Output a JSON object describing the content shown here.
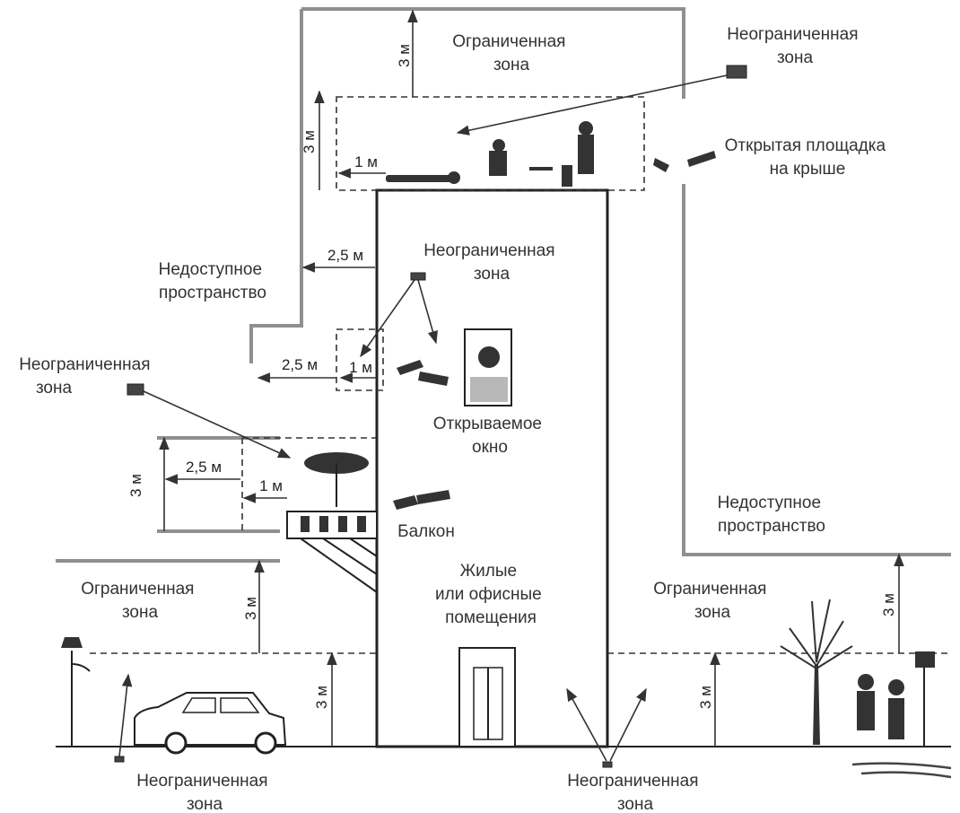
{
  "labels": {
    "restricted_top": [
      "Ограниченная",
      "зона"
    ],
    "unrestricted_top_right": [
      "Неограниченная",
      "зона"
    ],
    "roof_terrace": [
      "Открытая площадка",
      "на крыше"
    ],
    "inaccessible_left": [
      "Недоступное",
      "пространство"
    ],
    "unrestricted_center": [
      "Неограниченная",
      "зона"
    ],
    "unrestricted_left": [
      "Неограниченная",
      "зона"
    ],
    "opening_window": [
      "Открываемое",
      "окно"
    ],
    "balcony": "Балкон",
    "inaccessible_right": [
      "Недоступное",
      "пространство"
    ],
    "restricted_left_ground": [
      "Ограниченная",
      "зона"
    ],
    "living_offices": [
      "Жилые",
      "или офисные",
      "помещения"
    ],
    "restricted_right_ground": [
      "Ограниченная",
      "зона"
    ],
    "unrestricted_bottom_left": [
      "Неограниченная",
      "зона"
    ],
    "unrestricted_bottom_center": [
      "Неограниченная",
      "зона"
    ]
  },
  "dimensions": {
    "three_m": "3 м",
    "two_half_m": "2,5 м",
    "one_m": "1 м"
  },
  "icons": {
    "camera": "camera-icon",
    "car": "car-icon",
    "tree": "tree-icon",
    "lamp": "street-lamp-icon",
    "door": "door-icon",
    "people": "people-icon"
  }
}
